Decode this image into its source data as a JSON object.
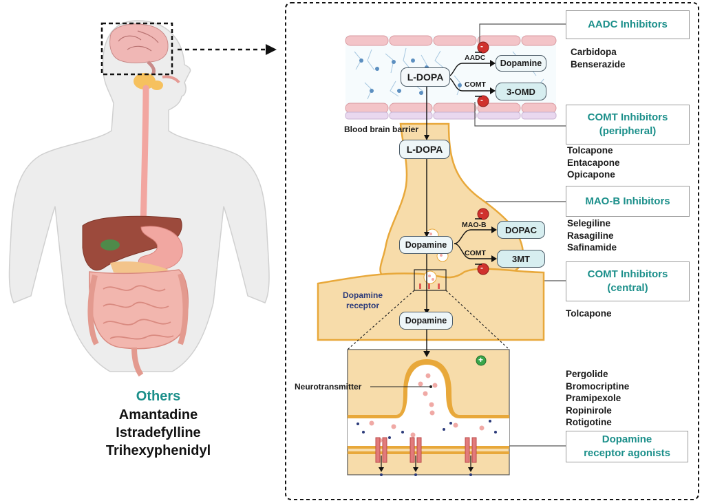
{
  "body_figure": {
    "others_heading": "Others",
    "others_drugs": [
      "Amantadine",
      "Istradefylline",
      "Trihexyphenidyl"
    ]
  },
  "pathway": {
    "bbb_label": "Blood brain barrier",
    "ldopa_bbb": "L-DOPA",
    "ldopa_brain": "L-DOPA",
    "dopamine_periph": "Dopamine",
    "omd": "3-OMD",
    "aadc_label": "AADC",
    "comt_label_periph": "COMT",
    "dopamine_neuron": "Dopamine",
    "dopac": "DOPAC",
    "mt": "3MT",
    "maob_label": "MAO-B",
    "comt_label_central": "COMT",
    "dopamine_synapse": "Dopamine",
    "receptor_label_line1": "Dopamine",
    "receptor_label_line2": "receptor",
    "neurotransmitter_label": "Neurotransmitter",
    "minus_sign": "-",
    "plus_sign": "+"
  },
  "inhibitor_boxes": {
    "aadc": {
      "line1": "AADC Inhibitors",
      "drugs": [
        "Carbidopa",
        "Benserazide"
      ]
    },
    "comt_periph": {
      "line1": "COMT Inhibitors",
      "line2": "(peripheral)",
      "drugs": [
        "Tolcapone",
        "Entacapone",
        "Opicapone"
      ]
    },
    "maob": {
      "line1": "MAO-B Inhibitors",
      "drugs": [
        "Selegiline",
        "Rasagiline",
        "Safinamide"
      ]
    },
    "comt_central": {
      "line1": "COMT Inhibitors",
      "line2": "(central)",
      "drugs": [
        "Tolcapone"
      ]
    },
    "agonists": {
      "line1": "Dopamine",
      "line2": "receptor agonists",
      "drugs": [
        "Pergolide",
        "Bromocriptine",
        "Pramipexole",
        "Ropinirole",
        "Rotigotine"
      ]
    }
  },
  "colors": {
    "teal": "#1b8f8a",
    "neuron_fill": "#f7dcaa",
    "neuron_stroke": "#e8a83a",
    "node_fill": "#eef6f8",
    "inhibit_red": "#d0312d",
    "agonist_green": "#3aa64a"
  }
}
